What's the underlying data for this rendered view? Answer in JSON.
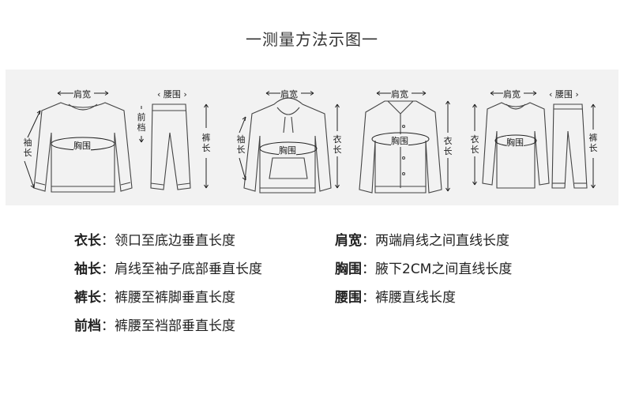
{
  "title": "一测量方法示图一",
  "labels": {
    "shoulder": "肩宽",
    "waist": "腰围",
    "chest": "胸围",
    "sleeve_v": "袖长",
    "length_v": "衣长",
    "pants_v": "裤长",
    "rise_v": "前档"
  },
  "definitions": [
    {
      "term": "衣长",
      "colon": "：",
      "desc": "领口至底边垂直长度"
    },
    {
      "term": "肩宽",
      "colon": "：",
      "desc": "两端肩线之间直线长度"
    },
    {
      "term": "袖长",
      "colon": "：",
      "desc": "肩线至袖子底部垂直长度"
    },
    {
      "term": "胸围",
      "colon": "：",
      "desc": "腋下2CM之间直线长度"
    },
    {
      "term": "裤长",
      "colon": "：",
      "desc": "裤腰至裤脚垂直长度"
    },
    {
      "term": "腰围",
      "colon": "：",
      "desc": "裤腰直线长度"
    },
    {
      "term": "前档",
      "colon": "：",
      "desc": "裤腰至裆部垂直长度"
    }
  ],
  "colors": {
    "band": "#f2f2f2",
    "line": "#333333"
  }
}
